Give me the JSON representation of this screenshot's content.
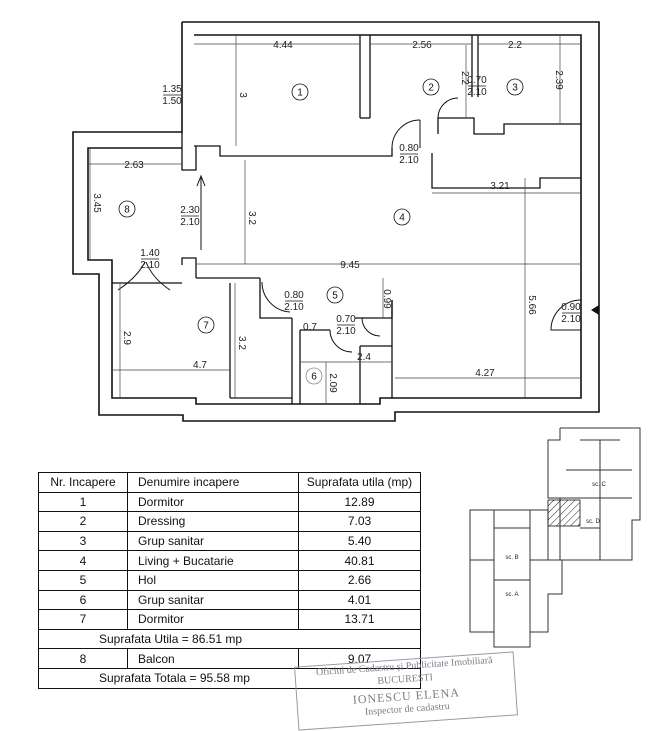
{
  "plan": {
    "room_numbers": [
      "1",
      "2",
      "3",
      "4",
      "5",
      "6",
      "7",
      "8"
    ],
    "dimensions": {
      "d_444": "4.44",
      "d_256": "2.56",
      "d_22": "2.2",
      "d_239": "2.39",
      "d_22v": "2.2",
      "d_3": "3",
      "d_135": "1.35",
      "d_150": "1.50",
      "d_070a": "0.70",
      "d_210a": "2.10",
      "d_080": "0.80",
      "d_210b": "2.10",
      "d_263": "2.63",
      "d_345": "3.45",
      "d_230": "2.30",
      "d_210c": "2.10",
      "d_32a": "3.2",
      "d_321": "3.21",
      "d_140": "1.40",
      "d_210d": "2.10",
      "d_945": "9.45",
      "d_080b": "0.80",
      "d_210e": "2.10",
      "d_099": "0.99",
      "d_090": "0.90",
      "d_210f": "2.10",
      "d_566": "5.66",
      "d_29": "2.9",
      "d_32b": "3.2",
      "d_07": "0.7",
      "d_070b": "0.70",
      "d_210g": "2.10",
      "d_24": "2.4",
      "d_47": "4.7",
      "d_209": "2.09",
      "d_427": "4.27"
    }
  },
  "table": {
    "headers": [
      "Nr. Incapere",
      "Denumire incapere",
      "Suprafata utila (mp)"
    ],
    "rows": [
      {
        "nr": "1",
        "name": "Dormitor",
        "area": "12.89"
      },
      {
        "nr": "2",
        "name": "Dressing",
        "area": "7.03"
      },
      {
        "nr": "3",
        "name": "Grup sanitar",
        "area": "5.40"
      },
      {
        "nr": "4",
        "name": "Living + Bucatarie",
        "area": "40.81"
      },
      {
        "nr": "5",
        "name": "Hol",
        "area": "2.66"
      },
      {
        "nr": "6",
        "name": "Grup sanitar",
        "area": "4.01"
      },
      {
        "nr": "7",
        "name": "Dormitor",
        "area": "13.71"
      }
    ],
    "suprafata_utila": "Suprafata Utila = 86.51 mp",
    "balcon": {
      "nr": "8",
      "name": "Balcon",
      "area": "9.07"
    },
    "suprafata_totala": "Suprafata Totala = 95.58 mp"
  },
  "key_plan": {
    "labels": [
      "sc. C",
      "sc. D",
      "sc. B",
      "sc. A"
    ]
  },
  "stamp": {
    "line1": "Oficiul de Cadastru și Publicitate Imobiliară",
    "line2": "BUCUREȘTI",
    "line3": "IONESCU ELENA",
    "line4": "Inspector de cadastru"
  }
}
